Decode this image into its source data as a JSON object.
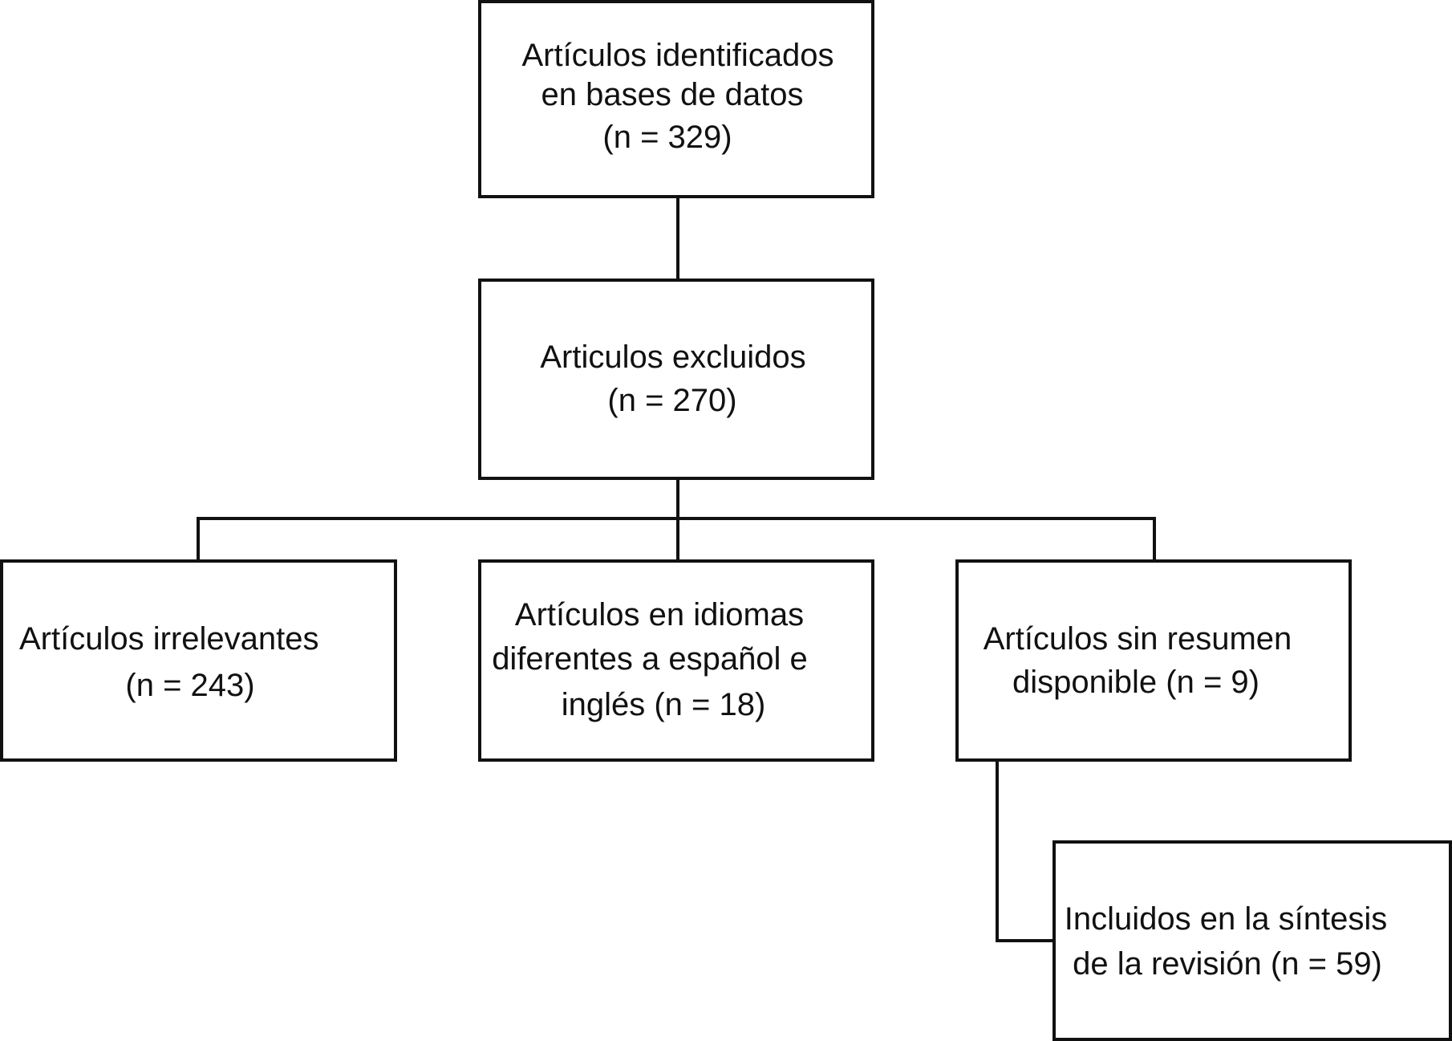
{
  "flowchart": {
    "identified": {
      "line1": "Artículos identificados",
      "line2": "en bases de datos",
      "line3": "(n = 329)"
    },
    "excluded": {
      "line1": "Articulos excluidos",
      "line2": "(n = 270)"
    },
    "irrelevant": {
      "line1": "Artículos irrelevantes",
      "line2": "(n = 243)"
    },
    "languages": {
      "line1": "Artículos en idiomas",
      "line2": "diferentes a español e",
      "line3": "inglés (n = 18)"
    },
    "no_abstract": {
      "line1": "Artículos sin  resumen",
      "line2": "disponible (n = 9)"
    },
    "included": {
      "line1": "Incluidos en la síntesis",
      "line2": "de la revisión (n = 59)"
    }
  }
}
